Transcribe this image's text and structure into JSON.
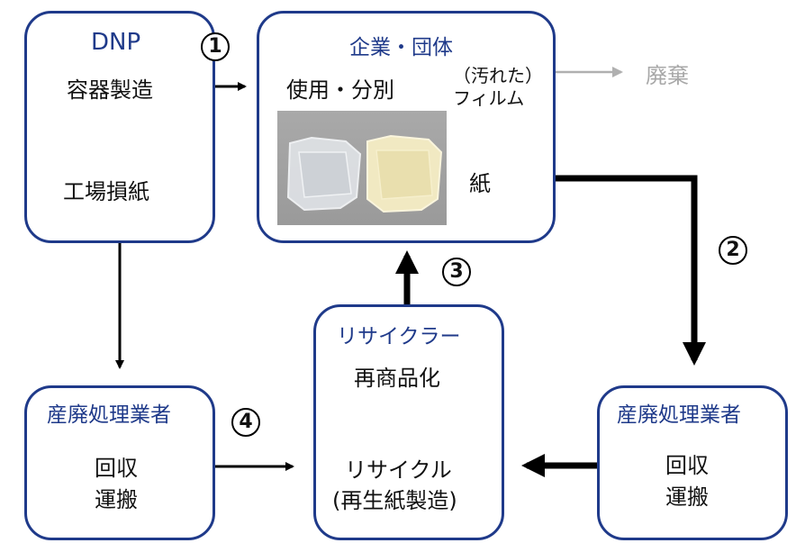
{
  "dnp": {
    "title": "DNP",
    "container": "容器製造",
    "waste": "工場損紙"
  },
  "company": {
    "title": "企業・団体",
    "use": "使用・分別",
    "film": "（汚れた）\nフィルム",
    "paper": "紙",
    "discard": "廃棄"
  },
  "recycler": {
    "title": "リサイクラー",
    "reproduct": "再商品化",
    "recycle": "リサイクル",
    "recycle_sub": "(再生紙製造)"
  },
  "disposal_left": {
    "title": "産廃処理業者",
    "collect": "回収",
    "transport": "運搬"
  },
  "disposal_right": {
    "title": "産廃処理業者",
    "collect": "回収",
    "transport": "運搬"
  },
  "steps": {
    "s1": "1",
    "s2": "2",
    "s3": "3",
    "s4": "4"
  }
}
